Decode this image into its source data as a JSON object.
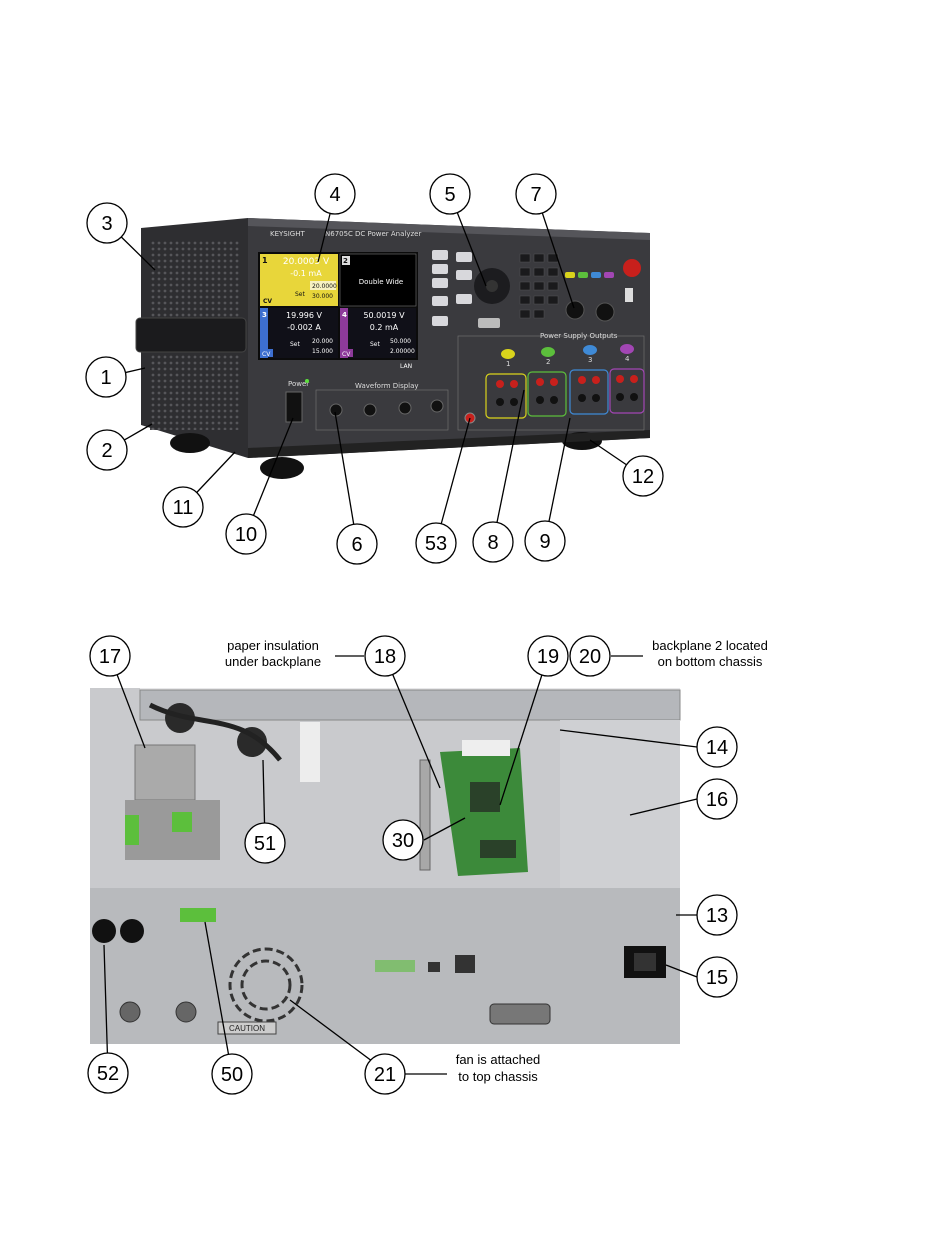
{
  "top_photo": {
    "brand": "KEYSIGHT",
    "model": "N6705C",
    "model_subtitle": "DC Power Analyzer",
    "display": {
      "ch1": {
        "number": "1",
        "volts": "20.0003 V",
        "amps": "-0.1 mA",
        "mode": "CV",
        "set_label": "Set",
        "set_v": "20.0000",
        "set_a": "30.000"
      },
      "ch2": {
        "number": "2",
        "text": "Double Wide"
      },
      "ch3": {
        "number": "3",
        "volts": "19.996 V",
        "amps": "-0.002 A",
        "mode": "CV",
        "set_label": "Set",
        "set_v": "20.000",
        "set_a": "15.000"
      },
      "ch4": {
        "number": "4",
        "volts": "50.0019 V",
        "amps": "0.2 mA",
        "mode": "CV",
        "set_label": "Set",
        "set_v": "50.000",
        "set_a": "2.00000"
      },
      "status": "LAN"
    },
    "panel_labels": {
      "waveform_display": "Waveform Display",
      "power_supply_outputs": "Power Supply Outputs",
      "output_numbers": [
        "1",
        "2",
        "3",
        "4"
      ],
      "power": "Power"
    }
  },
  "callouts_top": [
    "1",
    "2",
    "3",
    "4",
    "5",
    "6",
    "7",
    "8",
    "9",
    "10",
    "11",
    "12",
    "53"
  ],
  "callouts_bottom": [
    "13",
    "14",
    "15",
    "16",
    "17",
    "18",
    "19",
    "20",
    "21",
    "30",
    "50",
    "51",
    "52"
  ],
  "notes": {
    "paper_insulation": [
      "paper insulation",
      "under backplane"
    ],
    "backplane2": [
      "backplane 2 located",
      "on bottom chassis"
    ],
    "fan": [
      "fan is attached",
      "to top chassis"
    ]
  },
  "bottom_photo": {
    "caution": "CAUTION"
  },
  "colors": {
    "ch1": "#e8d63a",
    "ch3": "#3d6fd0",
    "ch4": "#8d3a9a",
    "output_green": "#5cbf3c",
    "output_yellow": "#d9d31c",
    "output_blue": "#3f8ad6",
    "output_purple": "#a246b4",
    "terminal_red": "#c8201c",
    "pcb_green": "#3c8a3a"
  }
}
